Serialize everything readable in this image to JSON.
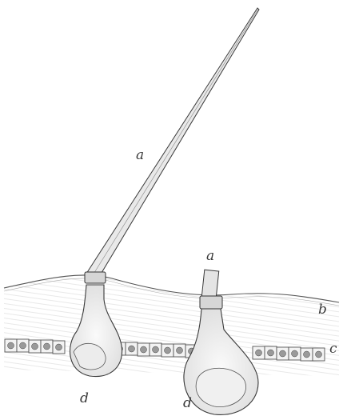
{
  "labels": {
    "a_long_hair": "a",
    "a_short_hair": "a",
    "b": "b",
    "c": "c",
    "d_left": "d",
    "d_right": "d"
  }
}
